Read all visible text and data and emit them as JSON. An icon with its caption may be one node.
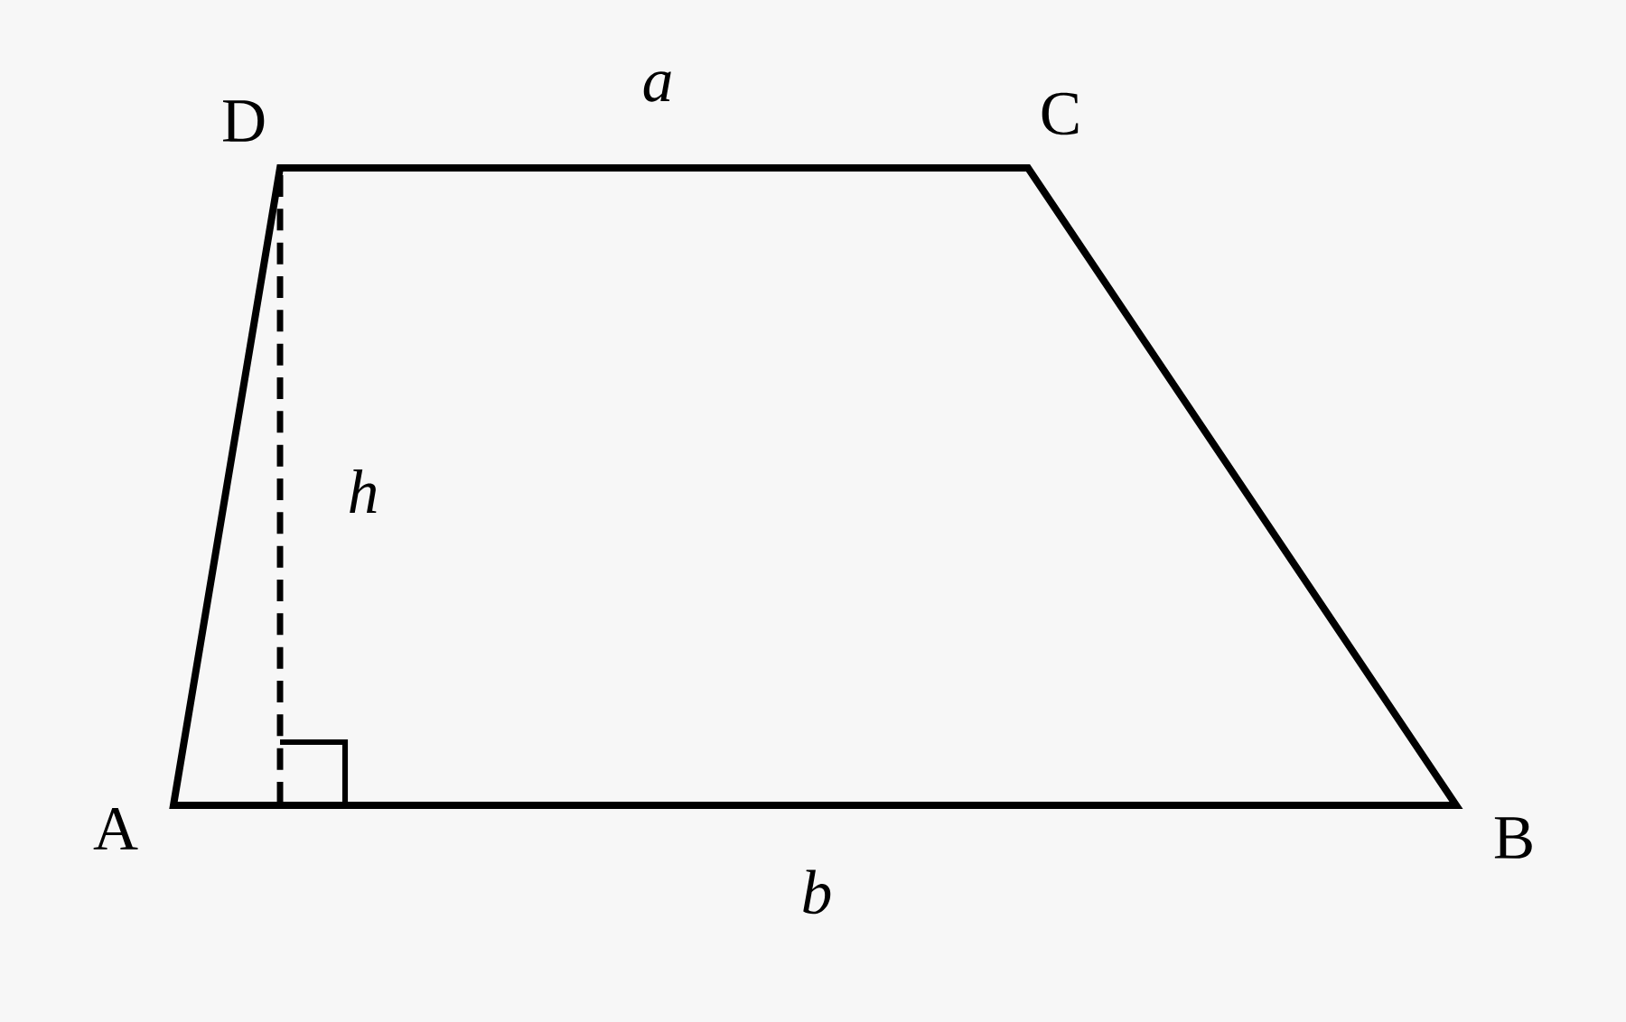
{
  "diagram": {
    "labels": [
      "D",
      "a",
      "C",
      "h",
      "A",
      "b",
      "B"
    ]
  }
}
